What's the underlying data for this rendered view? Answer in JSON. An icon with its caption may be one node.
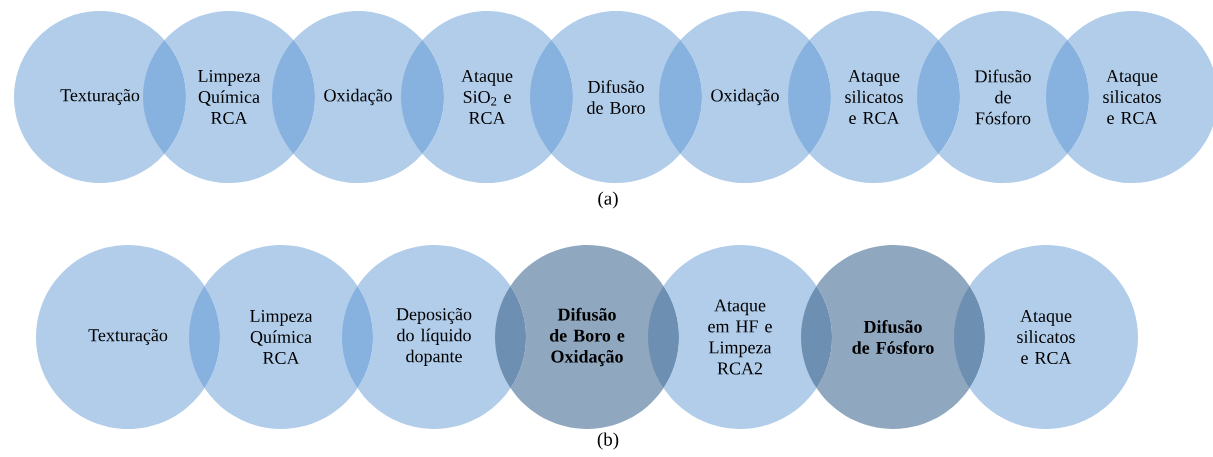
{
  "diagram": {
    "nodes": [
      {
        "text": [
          "Texturação"
        ]
      },
      {
        "text": [
          "Limpeza Química RCA"
        ]
      },
      {
        "text": [
          "Oxidação"
        ]
      },
      {
        "text": [
          "Ataque SiO$_{2}$ e RCA"
        ]
      },
      {
        "text": [
          "Difusão de Boro"
        ]
      },
      {
        "text": [
          "Oxidação"
        ]
      },
      {
        "text": [
          "Ataque silicatos e RCA"
        ]
      },
      {
        "text": [
          "Difusão de Fósforo"
        ]
      },
      {
        "text": [
          "Ataque silicatos e RCA"
        ]
      },
      {
        "text": [
          "Texturação"
        ]
      },
      {
        "text": [
          "Limpeza Química RCA"
        ]
      },
      {
        "text": [
          "Deposição do líquido dopante"
        ]
      },
      {
        "text": [
          "Difusão de Boro e Oxidação"
        ]
      },
      {
        "text": [
          "Ataque em HF e Limpeza RCA2"
        ]
      },
      {
        "text": [
          "Difusão de Fósforo"
        ]
      },
      {
        "text": [
          "Ataque silicatos e RCA"
        ]
      }
    ],
    "labels": [
      "(a)",
      "(b)"
    ]
  }
}
